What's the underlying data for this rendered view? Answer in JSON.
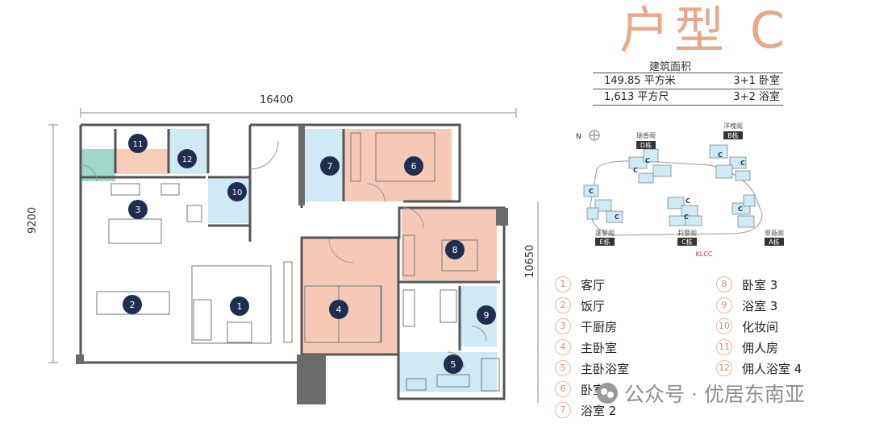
{
  "title": "户型 C",
  "area": {
    "label": "建筑面积",
    "rows": [
      {
        "size": "149.85 平方米",
        "rooms": "3+1 卧室"
      },
      {
        "size": "1,613 平方尺",
        "rooms": "3+2 浴室"
      }
    ]
  },
  "dimensions": {
    "width": "16400",
    "height_left": "9200",
    "height_right": "10650"
  },
  "legend_left": [
    {
      "num": "1",
      "label": "客厅"
    },
    {
      "num": "2",
      "label": "饭厅"
    },
    {
      "num": "3",
      "label": "干厨房"
    },
    {
      "num": "4",
      "label": "主卧室"
    },
    {
      "num": "5",
      "label": "主卧浴室"
    },
    {
      "num": "6",
      "label": "卧室 2"
    },
    {
      "num": "7",
      "label": "浴室 2"
    }
  ],
  "legend_right": [
    {
      "num": "8",
      "label": "卧室 3"
    },
    {
      "num": "9",
      "label": "浴室 3"
    },
    {
      "num": "10",
      "label": "化妆间"
    },
    {
      "num": "11",
      "label": "佣人房"
    },
    {
      "num": "12",
      "label": "佣人浴室 4"
    }
  ],
  "site_map": {
    "north": "N",
    "towers": [
      {
        "name": "瑞香阁",
        "code": "D栋"
      },
      {
        "name": "洋槐阁",
        "code": "B栋"
      },
      {
        "name": "蓬藜阁",
        "code": "E栋"
      },
      {
        "name": "莉藜阁",
        "code": "C栋"
      },
      {
        "name": "翠薇阁",
        "code": "A栋"
      }
    ],
    "unit_mark": "C",
    "klcc": "KLCC"
  },
  "watermark": "公众号 · 优居东南亚",
  "colors": {
    "accent": "#e7a88c",
    "bedroom": "#f6c9b6",
    "bath": "#cfe9f5",
    "kitchen": "#9fd8c9",
    "wall": "#555555",
    "marker": "#1f2d4f"
  }
}
